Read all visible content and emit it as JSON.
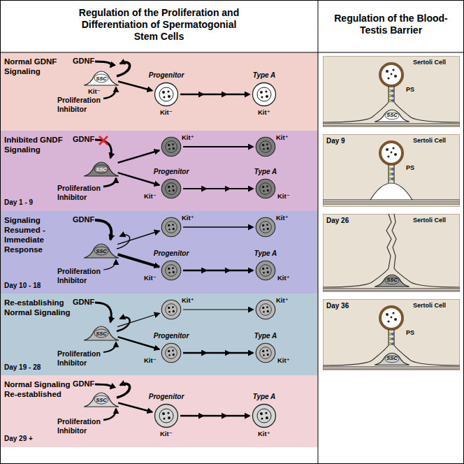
{
  "diagram": {
    "nodes": [
      {
        "text": [
          "Regulation of the Proliferation and Differentiation of Spermatogonial Stem Cells"
        ]
      },
      {
        "text": [
          "Regulation of the Blood-Testis Barrier"
        ]
      },
      {
        "text": [
          "Normal GDNF Signaling",
          "GDNF",
          "Proliferation Inhibitor"
        ]
      },
      {
        "text": [
          "SSC",
          "Kit⁻"
        ],
        "in": 2
      },
      {
        "text": [
          "Progenitor",
          "Kit⁻"
        ],
        "in": 2
      },
      {
        "text": [
          "Type A",
          "Kit⁺"
        ],
        "in": 2
      },
      {
        "text": [
          "Inhibited GNDF Signaling",
          "Day 1 - 9",
          "GDNF",
          "Proliferation Inhibitor"
        ]
      },
      {
        "text": [
          "SSC"
        ],
        "in": 6
      },
      {
        "text": [
          "Kit⁺"
        ],
        "in": 6
      },
      {
        "text": [
          "Kit⁺"
        ],
        "in": 6
      },
      {
        "text": [
          "Progenitor",
          "Kit⁻"
        ],
        "in": 6
      },
      {
        "text": [
          "Type A",
          "Kit⁻"
        ],
        "in": 6
      },
      {
        "text": [
          "Signaling Resumed - Immediate Response",
          "Day 10 - 18",
          "GDNF",
          "Proliferation Inhibitor"
        ]
      },
      {
        "text": [
          "SSC"
        ],
        "in": 12
      },
      {
        "text": [
          "Kit⁺"
        ],
        "in": 12
      },
      {
        "text": [
          "Kit⁺"
        ],
        "in": 12
      },
      {
        "text": [
          "Progenitor",
          "Kit⁻"
        ],
        "in": 12
      },
      {
        "text": [
          "Type A",
          "Kit⁺"
        ],
        "in": 12
      },
      {
        "text": [
          "Re-establishing Normal Signaling",
          "Day 19 - 28",
          "GDNF",
          "Proliferation Inhibitor"
        ]
      },
      {
        "text": [
          "SSC"
        ],
        "in": 18
      },
      {
        "text": [
          "Kit⁺"
        ],
        "in": 18
      },
      {
        "text": [
          "Kit⁺"
        ],
        "in": 18
      },
      {
        "text": [
          "Progenitor",
          "Kit⁻"
        ],
        "in": 18
      },
      {
        "text": [
          "Type A",
          "Kit⁺"
        ],
        "in": 18
      },
      {
        "text": [
          "Normal Signaling Re-established",
          "Day 29 +",
          "GDNF",
          "Proliferation Inhibitor"
        ]
      },
      {
        "text": [
          "SSC"
        ],
        "in": 24
      },
      {
        "text": [
          "Progenitor",
          "Kit⁻"
        ],
        "in": 24
      },
      {
        "text": [
          "Type A",
          "Kit⁺"
        ],
        "in": 24
      },
      {
        "text": [
          "Sertoli Cell",
          "PS"
        ]
      },
      {
        "text": [
          "SSC"
        ],
        "in": 28
      },
      {
        "text": [
          "Day 9",
          "Sertoli Cell",
          "PS"
        ]
      },
      {
        "text": [
          "Day 26",
          "Sertoli Cell"
        ]
      },
      {
        "text": [
          "SSC"
        ],
        "in": 31
      },
      {
        "text": [
          "Day 36",
          "Sertoli Cell",
          "PS"
        ]
      },
      {
        "text": [
          "SSC"
        ],
        "in": 33
      }
    ],
    "edges": [
      {
        "from": 3,
        "to": 4,
        "arrow": "to"
      },
      {
        "from": 4,
        "to": 5,
        "arrow": "to"
      },
      {
        "from": 7,
        "to": 8,
        "arrow": "to"
      },
      {
        "from": 7,
        "to": 10,
        "arrow": "to"
      },
      {
        "from": 8,
        "to": 9,
        "arrow": "to"
      },
      {
        "from": 10,
        "to": 11,
        "arrow": "to"
      },
      {
        "from": 13,
        "to": 14,
        "arrow": "to"
      },
      {
        "from": 13,
        "to": 16,
        "arrow": "to"
      },
      {
        "from": 14,
        "to": 15,
        "arrow": "to"
      },
      {
        "from": 16,
        "to": 17,
        "arrow": "to"
      },
      {
        "from": 19,
        "to": 20,
        "arrow": "to"
      },
      {
        "from": 19,
        "to": 22,
        "arrow": "to"
      },
      {
        "from": 20,
        "to": 21,
        "arrow": "to"
      },
      {
        "from": 22,
        "to": 23,
        "arrow": "to"
      },
      {
        "from": 25,
        "to": 26,
        "arrow": "to"
      },
      {
        "from": 26,
        "to": 27,
        "arrow": "to"
      }
    ]
  }
}
